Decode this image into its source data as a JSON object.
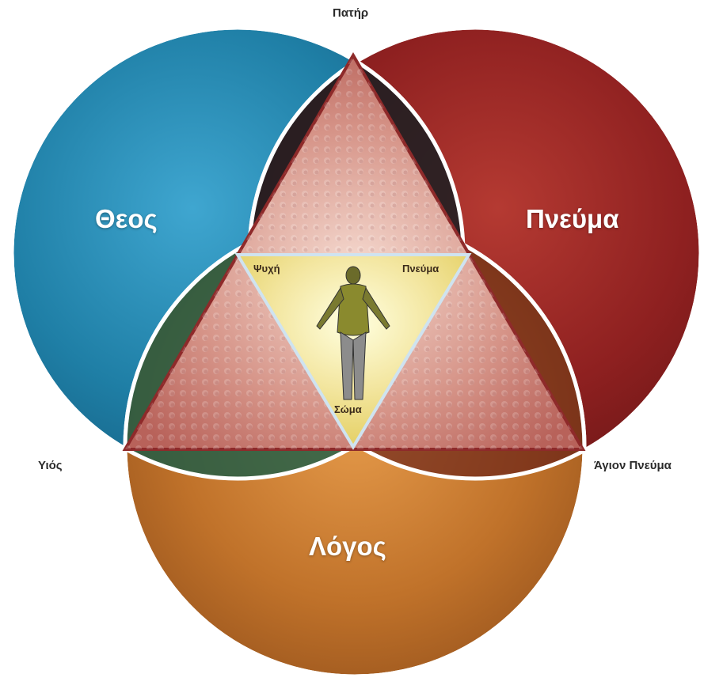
{
  "diagram": {
    "vertices": {
      "top": "Πατήρ",
      "left": "Υιός",
      "right": "Άγιον Πνεύμα"
    },
    "circles": [
      {
        "label": "Θεος",
        "color": "#1f7fa6"
      },
      {
        "label": "Πνεύμα",
        "color": "#8e2020"
      },
      {
        "label": "Λόγος",
        "color": "#b8641e"
      }
    ],
    "inner_triangle": {
      "left": "Ψυχή",
      "right": "Πνεύμα",
      "bottom": "Σώμα"
    },
    "triangle_color": "#c87a70",
    "inner_color": "#f3e6a0",
    "figure_icon": "human-figure-icon"
  }
}
